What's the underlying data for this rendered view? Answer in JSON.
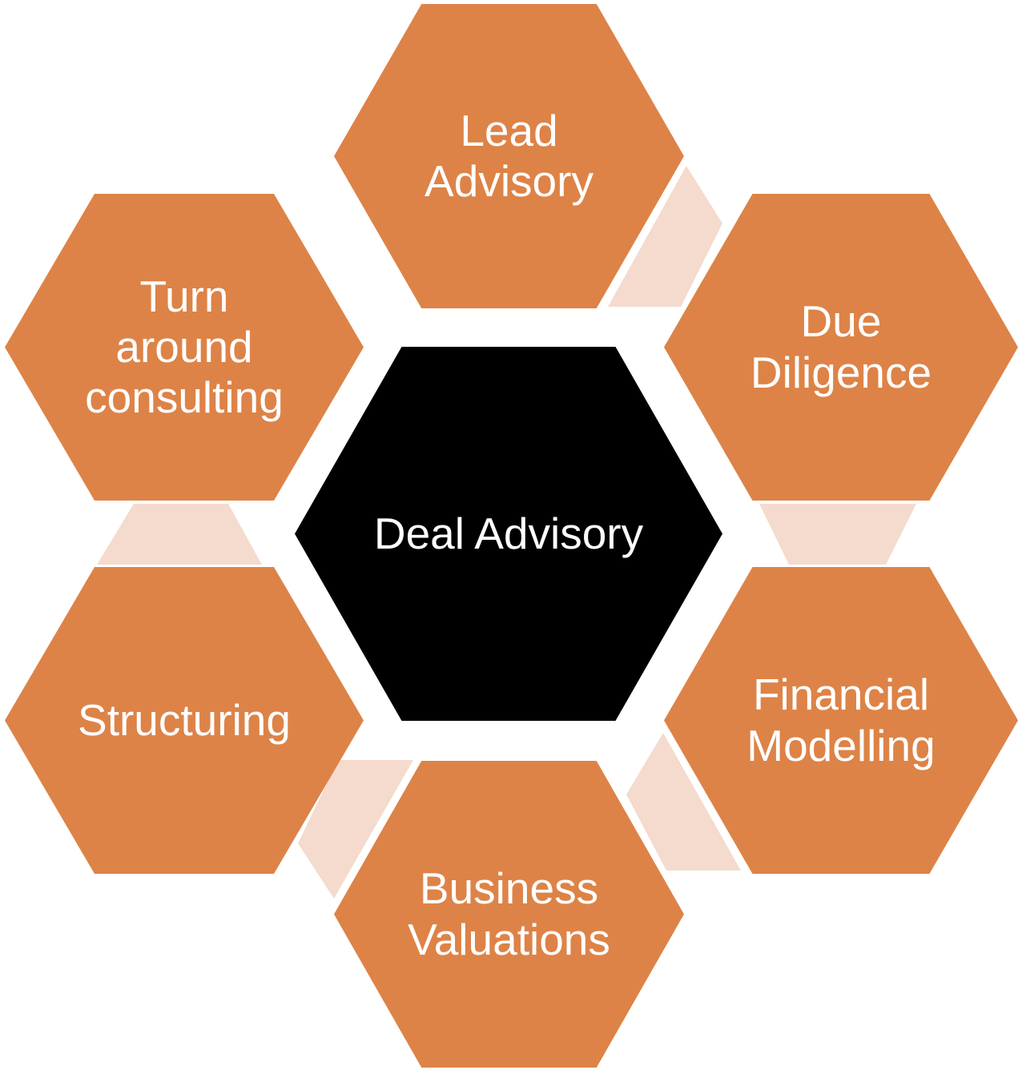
{
  "diagram": {
    "type": "hexagon-cluster",
    "center": {
      "id": "deal-advisory",
      "label": "Deal Advisory"
    },
    "nodes": [
      {
        "id": "lead-advisory",
        "label": "Lead Advisory",
        "position": "top"
      },
      {
        "id": "due-diligence",
        "label": "Due Diligence",
        "position": "top-right"
      },
      {
        "id": "financial-modelling",
        "label": "Financial Modelling",
        "position": "bottom-right"
      },
      {
        "id": "business-valuations",
        "label": "Business Valuations",
        "position": "bottom"
      },
      {
        "id": "structuring",
        "label": "Structuring",
        "position": "bottom-left"
      },
      {
        "id": "turn-around-consulting",
        "label": "Turn around consulting",
        "position": "top-left"
      }
    ],
    "connectors": [
      {
        "from": "lead-advisory",
        "to": "due-diligence"
      },
      {
        "from": "due-diligence",
        "to": "financial-modelling"
      },
      {
        "from": "turn-around-consulting",
        "to": "structuring"
      },
      {
        "from": "structuring",
        "to": "business-valuations"
      },
      {
        "from": "business-valuations",
        "to": "financial-modelling"
      }
    ],
    "colors": {
      "node": "#DD8347",
      "center": "#000000",
      "connector": "#F4DBCD",
      "label": "#FFFFFF",
      "background": "#FFFFFF"
    }
  }
}
